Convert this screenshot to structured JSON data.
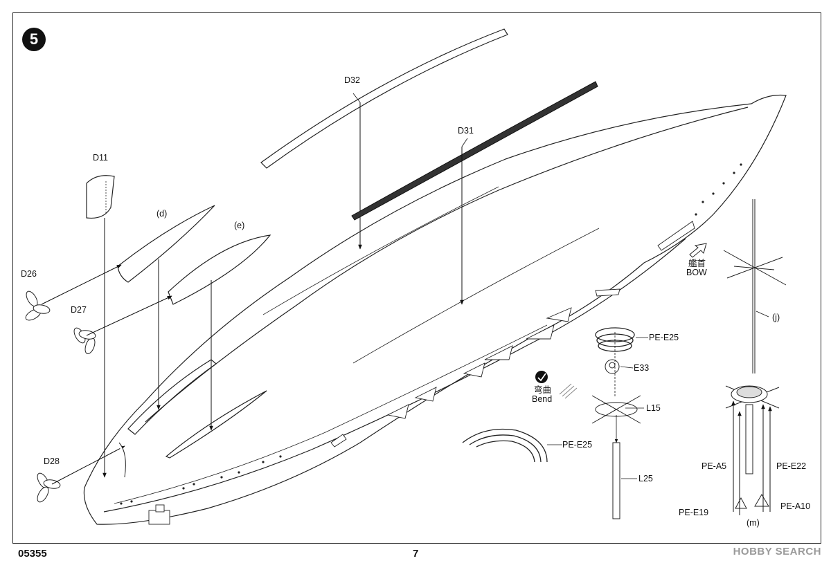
{
  "step": {
    "number": "5"
  },
  "parts": {
    "d32": "D32",
    "d31": "D31",
    "d11": "D11",
    "d": "(d)",
    "e": "(e)",
    "d26": "D26",
    "d27": "D27",
    "d28": "D28",
    "bow_cn": "艦首",
    "bow_en": "BOW",
    "j": "(j)",
    "pe_e25_top": "PE-E25",
    "e33": "E33",
    "l15": "L15",
    "l25": "L25",
    "pe_e25_rail": "PE-E25",
    "bend_cn": "弯曲",
    "bend_en": "Bend",
    "pe_a5": "PE-A5",
    "pe_e22": "PE-E22",
    "pe_e19": "PE-E19",
    "pe_a10": "PE-A10",
    "m": "(m)"
  },
  "footer": {
    "product_code": "05355",
    "page_number": "7",
    "watermark": "HOBBY SEARCH"
  }
}
